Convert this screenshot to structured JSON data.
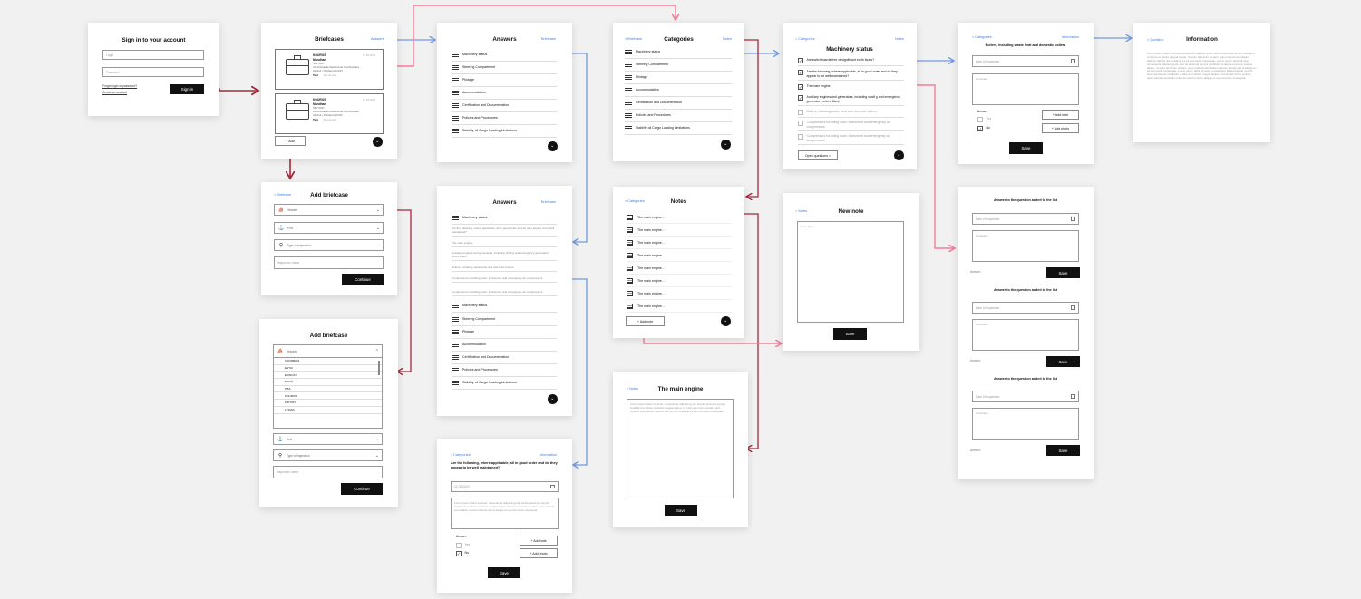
{
  "signin": {
    "title": "Sign in to your account",
    "login": "Login",
    "password": "Password",
    "forgot": "Forgot login or password?",
    "create": "Create an account",
    "btn": "Sign in"
  },
  "briefcases": {
    "title": "Briefcases",
    "link": "Answers",
    "cards": [
      {
        "name": "KOUROS",
        "l1": "Mandhan",
        "l2": "SBV 5347",
        "l3": "Administração Nacional de Combustibles",
        "l4": "Alcohol y Portland (ACAP)",
        "l5a": "Test",
        "l5b": "Do not post",
        "date": "17.09.2023"
      },
      {
        "name": "KOUROS",
        "l1": "Mandhan",
        "l2": "SBV 5347",
        "l3": "Administração Nacional de Combustibles",
        "l4": "Alcohol y Portland (ACAP)",
        "l5a": "Test",
        "l5b": "Do not post",
        "date": "17.09.2023"
      }
    ],
    "add": "+ Add"
  },
  "addbc": {
    "back": "< Briefcase",
    "title": "Add briefcase",
    "vessels": "Vessels",
    "port": "Port",
    "type": "Type of inspection",
    "name": "Inspection name",
    "btn": "Continue"
  },
  "addbc2": {
    "title": "Add briefcase",
    "vessels": "Vessels",
    "items": [
      "CRONBIAS",
      "ESTIA",
      "EVINOXI",
      "PEKIS",
      "OBA",
      "KOUROS",
      "KRITON",
      "LYSIAS"
    ],
    "port": "Port",
    "type": "Type of inspection",
    "name": "Inspection name",
    "btn": "Continue"
  },
  "answers1": {
    "title": "Answers",
    "link": "Briefcase",
    "items": [
      "Machinery status",
      "Steering Compartment",
      "Pilotage",
      "Accommodation",
      "Certification and Documentation",
      "Policies and Procedures",
      "Stability oil Cargo Loading Limitations"
    ]
  },
  "answers2": {
    "title": "Answers",
    "link": "Briefcase",
    "top": "Machinery status",
    "qs": [
      "Are the following, where applicable, all in good order and do they appear to be well maintained?",
      "The main engine;",
      "Auxiliary engines and generators, including shaft g and emergency generators where fitted;",
      "Boilers, including waste heat and domestic boilers;",
      "Compressors including main, instrument and emergency air compressors;",
      "Compressors including main, instrument and emergency air compressors;"
    ],
    "items": [
      "Machinery status",
      "Steering Compartment",
      "Pilotage",
      "Accommodation",
      "Certification and Documentation",
      "Policies and Procedures",
      "Stability oil Cargo Loading Limitations"
    ]
  },
  "question": {
    "back": "< Categories",
    "link": "Information",
    "title": "Are the following, where applicable, all in good order and do they appear to be well maintained?",
    "date": "21.03.2023",
    "text": "Lorem ipsum dolor sit amet, consectetur adipiscing elit, sed do eiusmod tempor incididunt ut labore et dolore magna aliqua. Ut enim ad minim veniam, quis nostrud exercitation ullamco laboris nisi ut aliquip ex ea commodo consequat.",
    "answer": "Answer:",
    "yes": "Yes",
    "no": "No",
    "note": "+ Add note",
    "photo": "+ Add photo",
    "save": "Save"
  },
  "categories": {
    "back": "< Briefcase",
    "title": "Categories",
    "link": "Notes",
    "items": [
      "Machinery status",
      "Steering Compartment",
      "Pilotage",
      "Accommodation",
      "Certification and Documentation",
      "Policies and Procedures",
      "Stability oil Cargo Loading Limitations"
    ]
  },
  "notes": {
    "back": "< Categories",
    "title": "Notes",
    "items": [
      "The main engine...",
      "The main engine...",
      "The main engine...",
      "The main engine...",
      "The main engine...",
      "The main engine...",
      "The main engine...",
      "The main engine..."
    ],
    "add": "+ Add note"
  },
  "mainengine": {
    "back": "< Notes",
    "title": "The main engine",
    "text": "Lorem ipsum dolor sit amet, consectetur adipiscing elit, sed do eiusmod tempor incididunt ut labore et dolore magna aliqua. Ut enim ad minim veniam, quis nostrud exercitation ullamco laboris nisi ut aliquip ex ea commodo consequat.",
    "save": "Save"
  },
  "machinery": {
    "back": "< Categories",
    "link": "Notes",
    "title": "Machinery status",
    "items": [
      {
        "t": "Are switchboards free of significant earth faults?",
        "c": true
      },
      {
        "t": "Are the following, where applicable, all in good order and do they appear to be well maintained?",
        "c": true
      },
      {
        "t": "The main engine;",
        "c": true
      },
      {
        "t": "Auxiliary engines and generators, including shaft g and emergency generators where fitted;",
        "c": true
      },
      {
        "t": "Boilers, including waste heat and domestic boilers;",
        "c": false
      },
      {
        "t": "Compressors including main, instrument and emergency air compressors;",
        "c": false
      },
      {
        "t": "Compressors including main, instrument and emergency air compressors;",
        "c": false
      }
    ],
    "open": "Open questions >"
  },
  "newnote": {
    "back": "< Notes",
    "title": "New note",
    "ph": "New note...",
    "save": "Save"
  },
  "boilers": {
    "back": "< Categories",
    "link": "Information",
    "title": "Boilers, including waste heat and domestic boilers",
    "date": "Date of inspection",
    "comment": "Comment...",
    "answer": "Answer:",
    "yes": "Yes",
    "no": "No",
    "note": "+ Add note",
    "photo": "+ Add photo",
    "save": "Save"
  },
  "info": {
    "back": "< Question",
    "title": "Information",
    "text": "Lorem ipsum dolor sit amet, consectetur adipiscing elit, sed do eiusmod tempor incididunt ut labore et dolore magna aliqua. Ut enim ad minim veniam, quis nostrud exercitation ullamco laboris nisi ut aliquip ex ea commodo consequat. Lorem ipsum dolor sit amet, consectetur adipiscing elit, sed do eiusmod tempor incididunt ut labore et dolore magna aliqua. Ut enim ad minim veniam, quis nostrud exercitation ullamco laboris nisi ut aliquip ex ea commodo consequat. Lorem ipsum dolor sit amet, consectetur adipiscing elit, sed do eiusmod tempor incididunt ut labore et dolore magna aliqua. Ut enim ad minim veniam, quis nostrud exercitation ullamco laboris nisi ut aliquip ex ea commodo consequat."
  },
  "answerlist": {
    "title": "Answer to the question added to the list",
    "date": "Date of inspection",
    "comment": "Comment...",
    "answer": "Answer:",
    "save": "Save"
  },
  "colors": {
    "blue": "#6f9be0",
    "red": "#a8283a",
    "pink": "#ef7f97"
  }
}
